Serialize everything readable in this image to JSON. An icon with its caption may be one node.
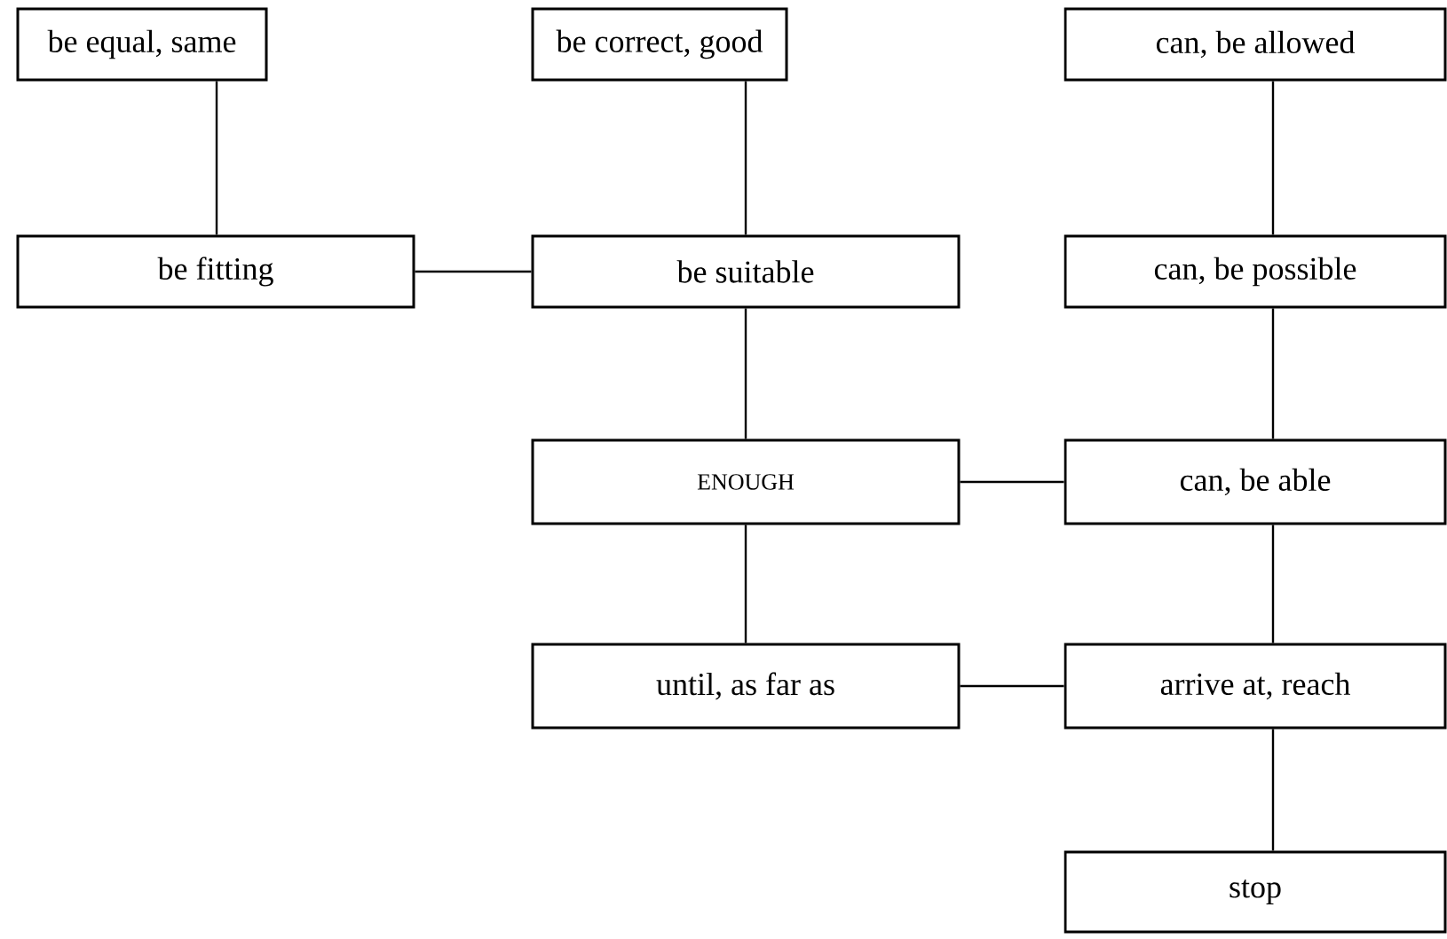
{
  "diagram": {
    "nodes": [
      {
        "text": [
          "be equal, same"
        ]
      },
      {
        "text": [
          "be correct, good"
        ]
      },
      {
        "text": [
          "can, be allowed"
        ]
      },
      {
        "text": [
          "be fitting"
        ]
      },
      {
        "text": [
          "be suitable"
        ]
      },
      {
        "text": [
          "can, be possible"
        ]
      },
      {
        "text": [
          "ENOUGH"
        ]
      },
      {
        "text": [
          "can, be able"
        ]
      },
      {
        "text": [
          "until, as far as"
        ]
      },
      {
        "text": [
          "arrive at, reach"
        ]
      },
      {
        "text": [
          "stop"
        ]
      }
    ],
    "edges": [
      {
        "from": 0,
        "to": 3,
        "arrow": "none"
      },
      {
        "from": 1,
        "to": 4,
        "arrow": "none"
      },
      {
        "from": 3,
        "to": 4,
        "arrow": "none"
      },
      {
        "from": 2,
        "to": 5,
        "arrow": "none"
      },
      {
        "from": 4,
        "to": 6,
        "arrow": "none"
      },
      {
        "from": 5,
        "to": 7,
        "arrow": "none"
      },
      {
        "from": 6,
        "to": 7,
        "arrow": "none"
      },
      {
        "from": 6,
        "to": 8,
        "arrow": "none"
      },
      {
        "from": 7,
        "to": 9,
        "arrow": "none"
      },
      {
        "from": 8,
        "to": 9,
        "arrow": "none"
      },
      {
        "from": 9,
        "to": 10,
        "arrow": "none"
      }
    ]
  }
}
